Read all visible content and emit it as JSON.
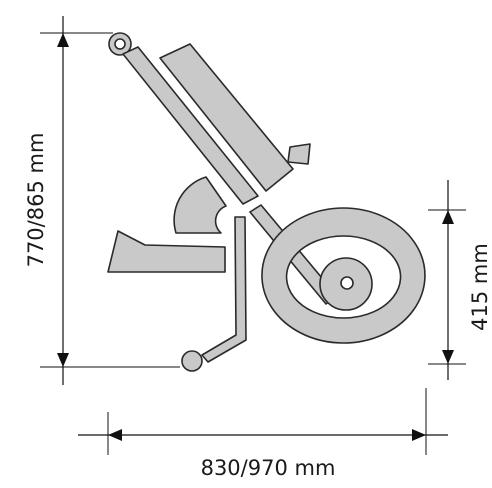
{
  "dimensions": {
    "height": "770/865 mm",
    "length": "830/970 mm",
    "wheel_height": "415 mm"
  },
  "colors": {
    "part_fill": "#c9c9c9",
    "part_stroke": "#2a2a2a",
    "dimension_line": "#111111"
  }
}
